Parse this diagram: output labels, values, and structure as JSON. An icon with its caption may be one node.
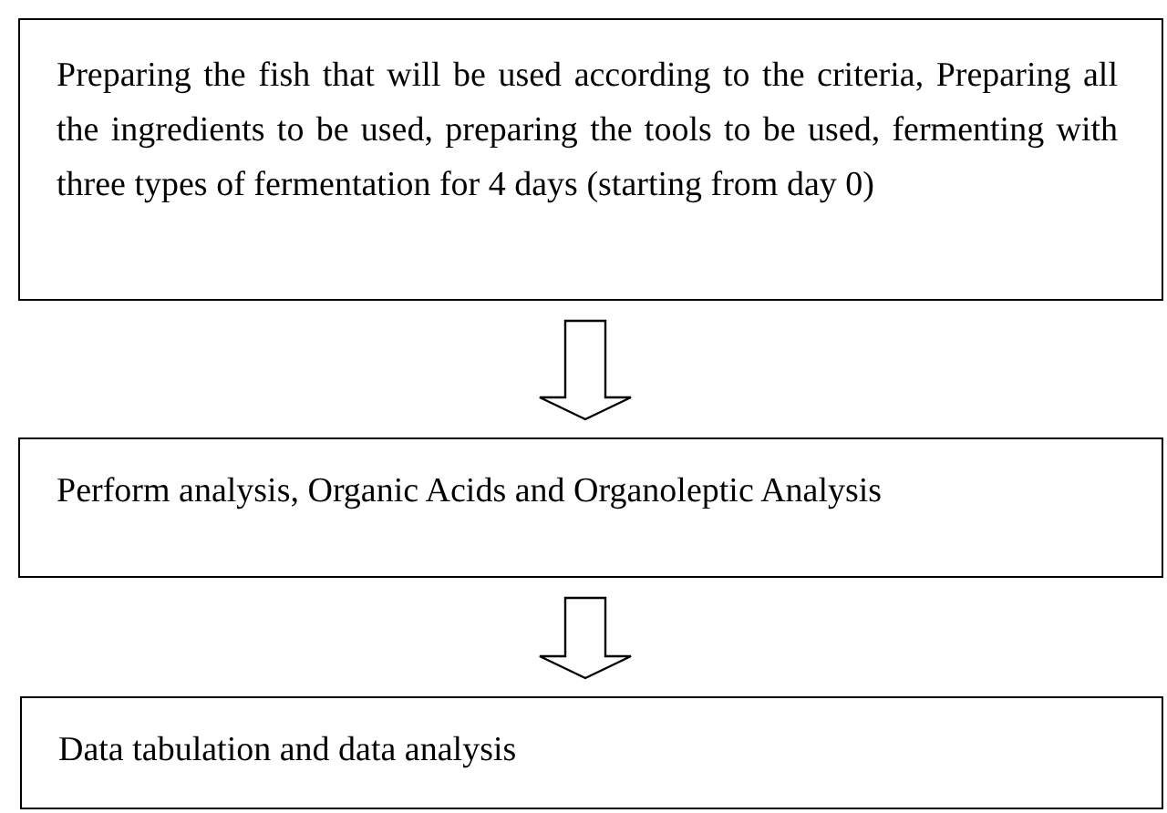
{
  "diagram": {
    "nodes": [
      {
        "text": [
          "Preparing the fish that will be used according to the criteria, Preparing all the ingredients to be used, preparing the tools to be used, fermenting with three types of fermentation for 4 days (starting from day 0)"
        ]
      },
      {
        "text": [
          "Perform analysis, Organic Acids and Organoleptic Analysis"
        ]
      },
      {
        "text": [
          "Data tabulation and data analysis"
        ]
      }
    ],
    "edges": [
      {
        "from": 0,
        "to": 1,
        "arrow": "to"
      },
      {
        "from": 1,
        "to": 2,
        "arrow": "to"
      }
    ]
  }
}
